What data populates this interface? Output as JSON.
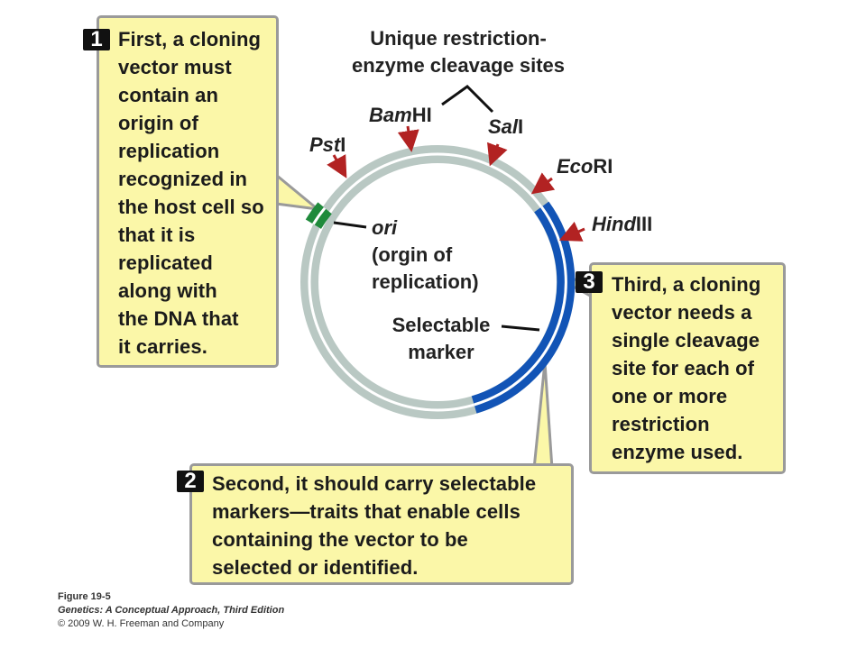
{
  "colors": {
    "callout_fill": "#fbf7a8",
    "callout_border": "#9a9a9a",
    "plasmid_ring": "#b9c8c3",
    "ori_segment": "#1f8a3b",
    "marker_segment": "#1254b6",
    "arrow": "#b22222"
  },
  "heading": {
    "line1": "Unique restriction-",
    "line2": "enzyme cleavage sites"
  },
  "sites": [
    {
      "italic": "Pst",
      "roman": "I"
    },
    {
      "italic": "Bam",
      "roman": "HI"
    },
    {
      "italic": "Sal",
      "roman": "I"
    },
    {
      "italic": "Eco",
      "roman": "RI"
    },
    {
      "italic": "Hind",
      "roman": "III"
    }
  ],
  "ori_label": {
    "italic": "ori",
    "line2": "(orgin of",
    "line3": "replication)"
  },
  "marker_label": {
    "line1": "Selectable",
    "line2": "marker"
  },
  "callouts": [
    {
      "number": "1",
      "lines": [
        "First, a cloning",
        "vector must",
        "contain an",
        "origin of",
        "replication",
        "recognized in",
        "the host cell so",
        "that it is",
        "replicated",
        "along with",
        "the DNA that",
        "it carries."
      ]
    },
    {
      "number": "2",
      "lines": [
        "Second, it should carry selectable",
        "markers—traits that enable cells",
        "containing the vector to be",
        "selected or identified."
      ]
    },
    {
      "number": "3",
      "lines": [
        "Third, a cloning",
        "vector needs a",
        "single cleavage",
        "site for each of",
        "one or more",
        "restriction",
        "enzyme used."
      ]
    }
  ],
  "caption": {
    "figure": "Figure 19-5",
    "book": "Genetics: A Conceptual Approach, Third Edition",
    "copyright": "© 2009 W. H. Freeman and Company"
  }
}
